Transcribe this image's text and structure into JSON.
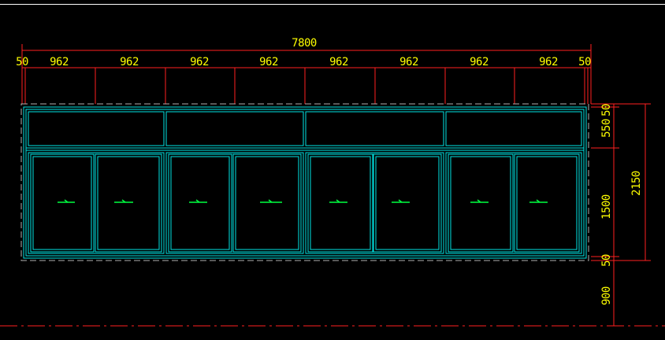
{
  "drawing": {
    "overall_width": "7800",
    "edge_left": "50",
    "edge_right": "50",
    "bay_widths": [
      "962",
      "962",
      "962",
      "962",
      "962",
      "962",
      "962",
      "962"
    ],
    "vertical_dims": {
      "top_edge": "50",
      "transom": "550",
      "door": "1500",
      "bottom_edge": "50",
      "total": "2150",
      "sill": "900"
    },
    "colors": {
      "background": "#000000",
      "dimension_lines": "#ff2020",
      "dimension_text": "#ffff00",
      "frame": "#00e6e6",
      "handle": "#00ff40"
    }
  }
}
